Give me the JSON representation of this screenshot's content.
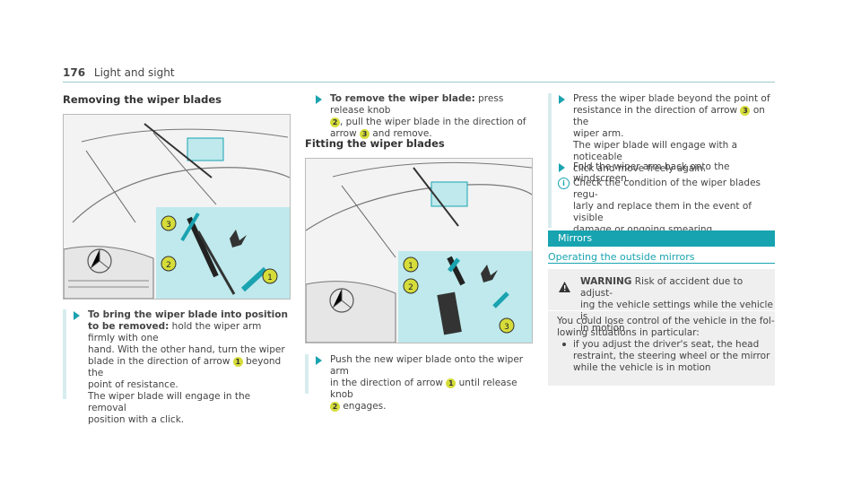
{
  "header": {
    "page_number": "176",
    "section": "Light and sight"
  },
  "removing": {
    "heading": "Removing the wiper blades",
    "step_bold": "To bring the wiper blade into position to be removed:",
    "step_lines": [
      "hold the wiper arm firmly with one",
      "hand. With the other hand, turn the wiper",
      "blade in the direction of arrow",
      "beyond the",
      "point of resistance.",
      "The wiper blade will engage in the removal",
      "position with a click."
    ]
  },
  "remove_step": {
    "bold": "To remove the wiper blade:",
    "line1": "press release knob",
    "line2": ", pull the wiper blade in the direction of",
    "line3a": "arrow",
    "line3b": "and remove."
  },
  "fitting": {
    "heading": "Fitting the wiper blades",
    "step_lines": [
      "Push the new wiper blade onto the wiper arm",
      "in the direction of arrow",
      "until release knob",
      "engages."
    ]
  },
  "right_steps": {
    "press_lines": [
      "Press the wiper blade beyond the point of",
      "resistance in the direction of arrow",
      "on the",
      "wiper arm.",
      "The wiper blade will engage with a noticeable",
      "click and move freely again."
    ],
    "fold": "Fold the wiper arm back onto the windscreen.",
    "info_lines": [
      "Check the condition of the wiper blades regu-",
      "larly and replace them in the event of visible",
      "damage or ongoing smearing."
    ]
  },
  "mirrors": {
    "title": "Mirrors",
    "subtitle": "Operating the outside mirrors",
    "warning_label": "WARNING",
    "warning_lines": [
      "Risk of accident due to adjust-",
      "ing the vehicle settings while the vehicle is",
      "in motion"
    ],
    "body_lines": [
      "You could lose control of the vehicle in the fol-",
      "lowing situations in particular:"
    ],
    "bullet_lines": [
      "if you adjust the driver's seat, the head",
      "restraint, the steering wheel or the mirror",
      "while the vehicle is in motion"
    ]
  },
  "numbers": [
    "1",
    "2",
    "3"
  ],
  "colors": {
    "accent": "#17a3b0",
    "callout": "#d6dd3a",
    "inset": "#bfe9ec"
  },
  "icons": [
    "step-arrow-icon",
    "info-icon",
    "warning-icon"
  ]
}
